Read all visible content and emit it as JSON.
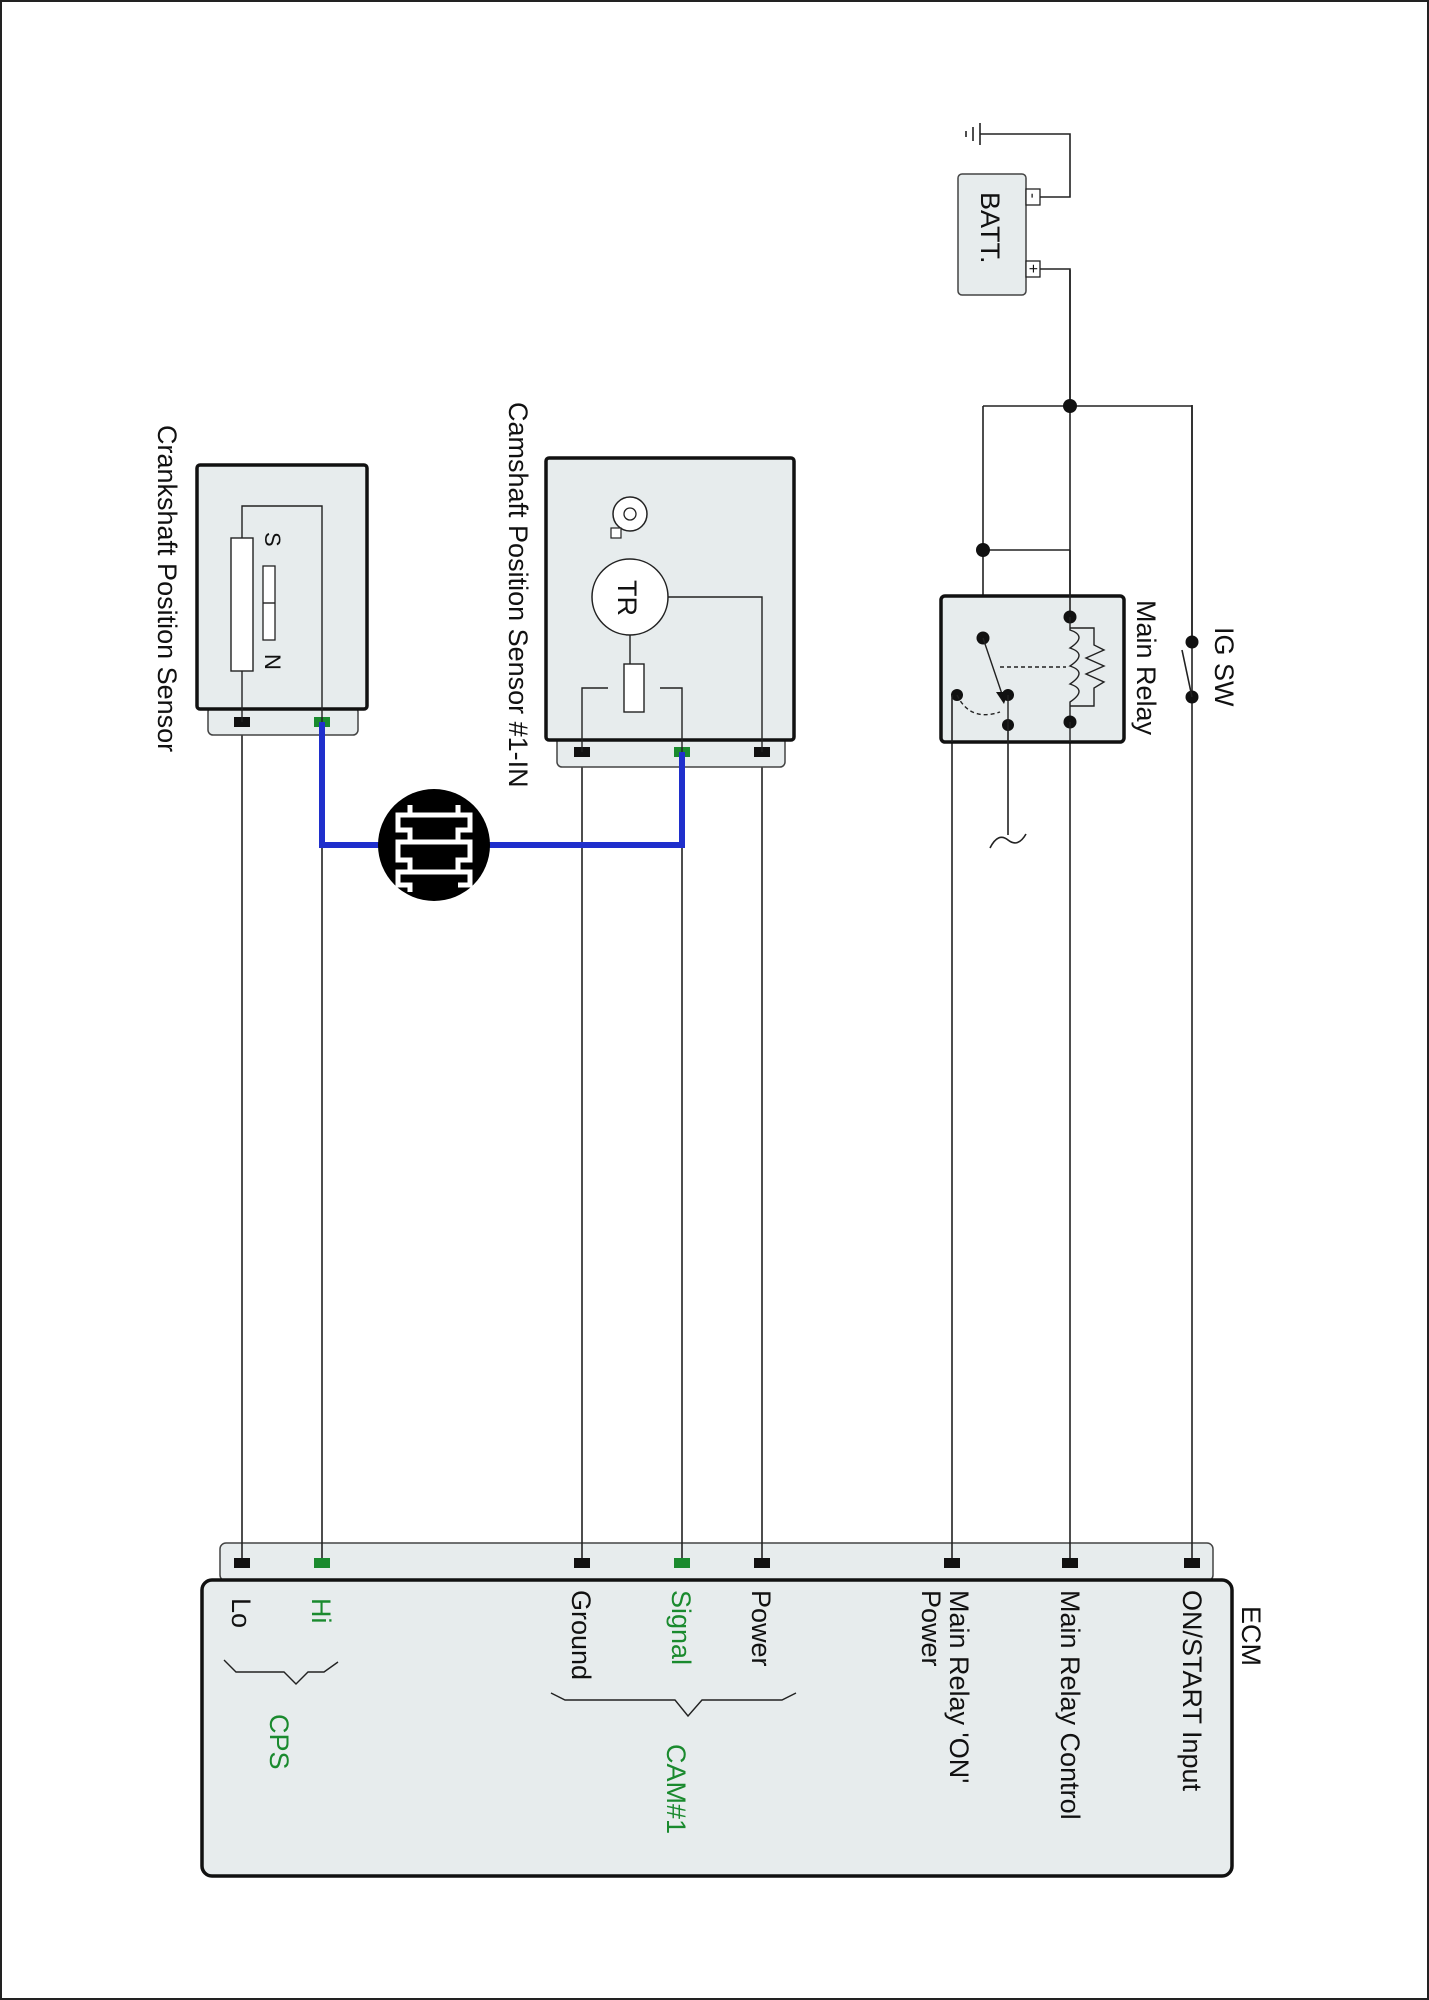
{
  "ecm": {
    "title": "ECM",
    "pins": {
      "on_start": "ON/START Input",
      "main_relay_control": "Main Relay Control",
      "main_relay_on_power_1": "Main Relay 'ON'",
      "main_relay_on_power_2": "Power",
      "power": "Power",
      "signal": "Signal",
      "ground": "Ground",
      "hi": "Hi",
      "lo": "Lo"
    },
    "groups": {
      "cam": "CAM#1",
      "cps": "CPS"
    }
  },
  "components": {
    "ig_sw": "IG SW",
    "main_relay": "Main Relay",
    "battery": "BATT.",
    "battery_plus": "+",
    "battery_minus": "-",
    "camshaft_sensor": "Camshaft Position Sensor #1-IN",
    "transistor": "TR",
    "crankshaft_sensor": "Crankshaft Position Sensor",
    "magnet_s": "S",
    "magnet_n": "N"
  },
  "colors": {
    "signal_wire": "#1f2fcc",
    "signal_text": "#1a8a2e",
    "box_fill": "#e7eced"
  }
}
